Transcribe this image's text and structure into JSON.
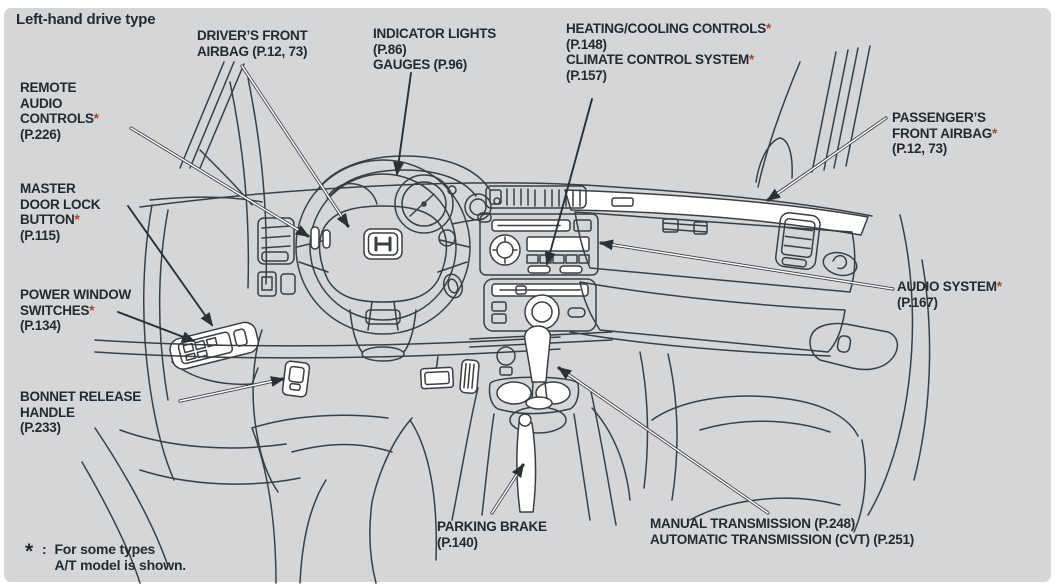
{
  "page": {
    "background_color": "#d5d6d7",
    "line_color": "#3b3e42",
    "text_color": "#26292e",
    "asterisk_color": "#9a4a2f",
    "title": "Left-hand drive type"
  },
  "callouts": {
    "drivers_front_airbag": {
      "lines": [
        "DRIVER’S FRONT",
        "AIRBAG (P.12, 73)"
      ]
    },
    "indicator_gauges": {
      "lines": [
        "INDICATOR LIGHTS",
        "(P.86)",
        "GAUGES (P.96)"
      ]
    },
    "heating_climate": {
      "lines": [
        "HEATING/COOLING CONTROLS*",
        "(P.148)",
        "CLIMATE CONTROL SYSTEM*",
        "(P.157)"
      ]
    },
    "passengers_front_airbag": {
      "lines": [
        "PASSENGER’S",
        "FRONT AIRBAG*",
        "(P.12, 73)"
      ]
    },
    "remote_audio": {
      "lines": [
        "REMOTE",
        "AUDIO",
        "CONTROLS*",
        "(P.226)"
      ]
    },
    "master_door_lock": {
      "lines": [
        "MASTER",
        "DOOR LOCK",
        "BUTTON*",
        "(P.115)"
      ]
    },
    "power_window": {
      "lines": [
        "POWER WINDOW",
        "SWITCHES*",
        "(P.134)"
      ]
    },
    "bonnet_release": {
      "lines": [
        "BONNET RELEASE",
        "HANDLE",
        "(P.233)"
      ]
    },
    "audio_system": {
      "lines": [
        "AUDIO SYSTEM*",
        "(P.167)"
      ]
    },
    "parking_brake": {
      "lines": [
        "PARKING BRAKE",
        "(P.140)"
      ]
    },
    "transmission": {
      "lines": [
        "MANUAL TRANSMISSION (P.248)",
        "AUTOMATIC TRANSMISSION (CVT) (P.251)"
      ]
    }
  },
  "footnote": {
    "symbol": "*",
    "colon": ":",
    "lines": [
      "For some types",
      "A/T model is shown."
    ]
  }
}
